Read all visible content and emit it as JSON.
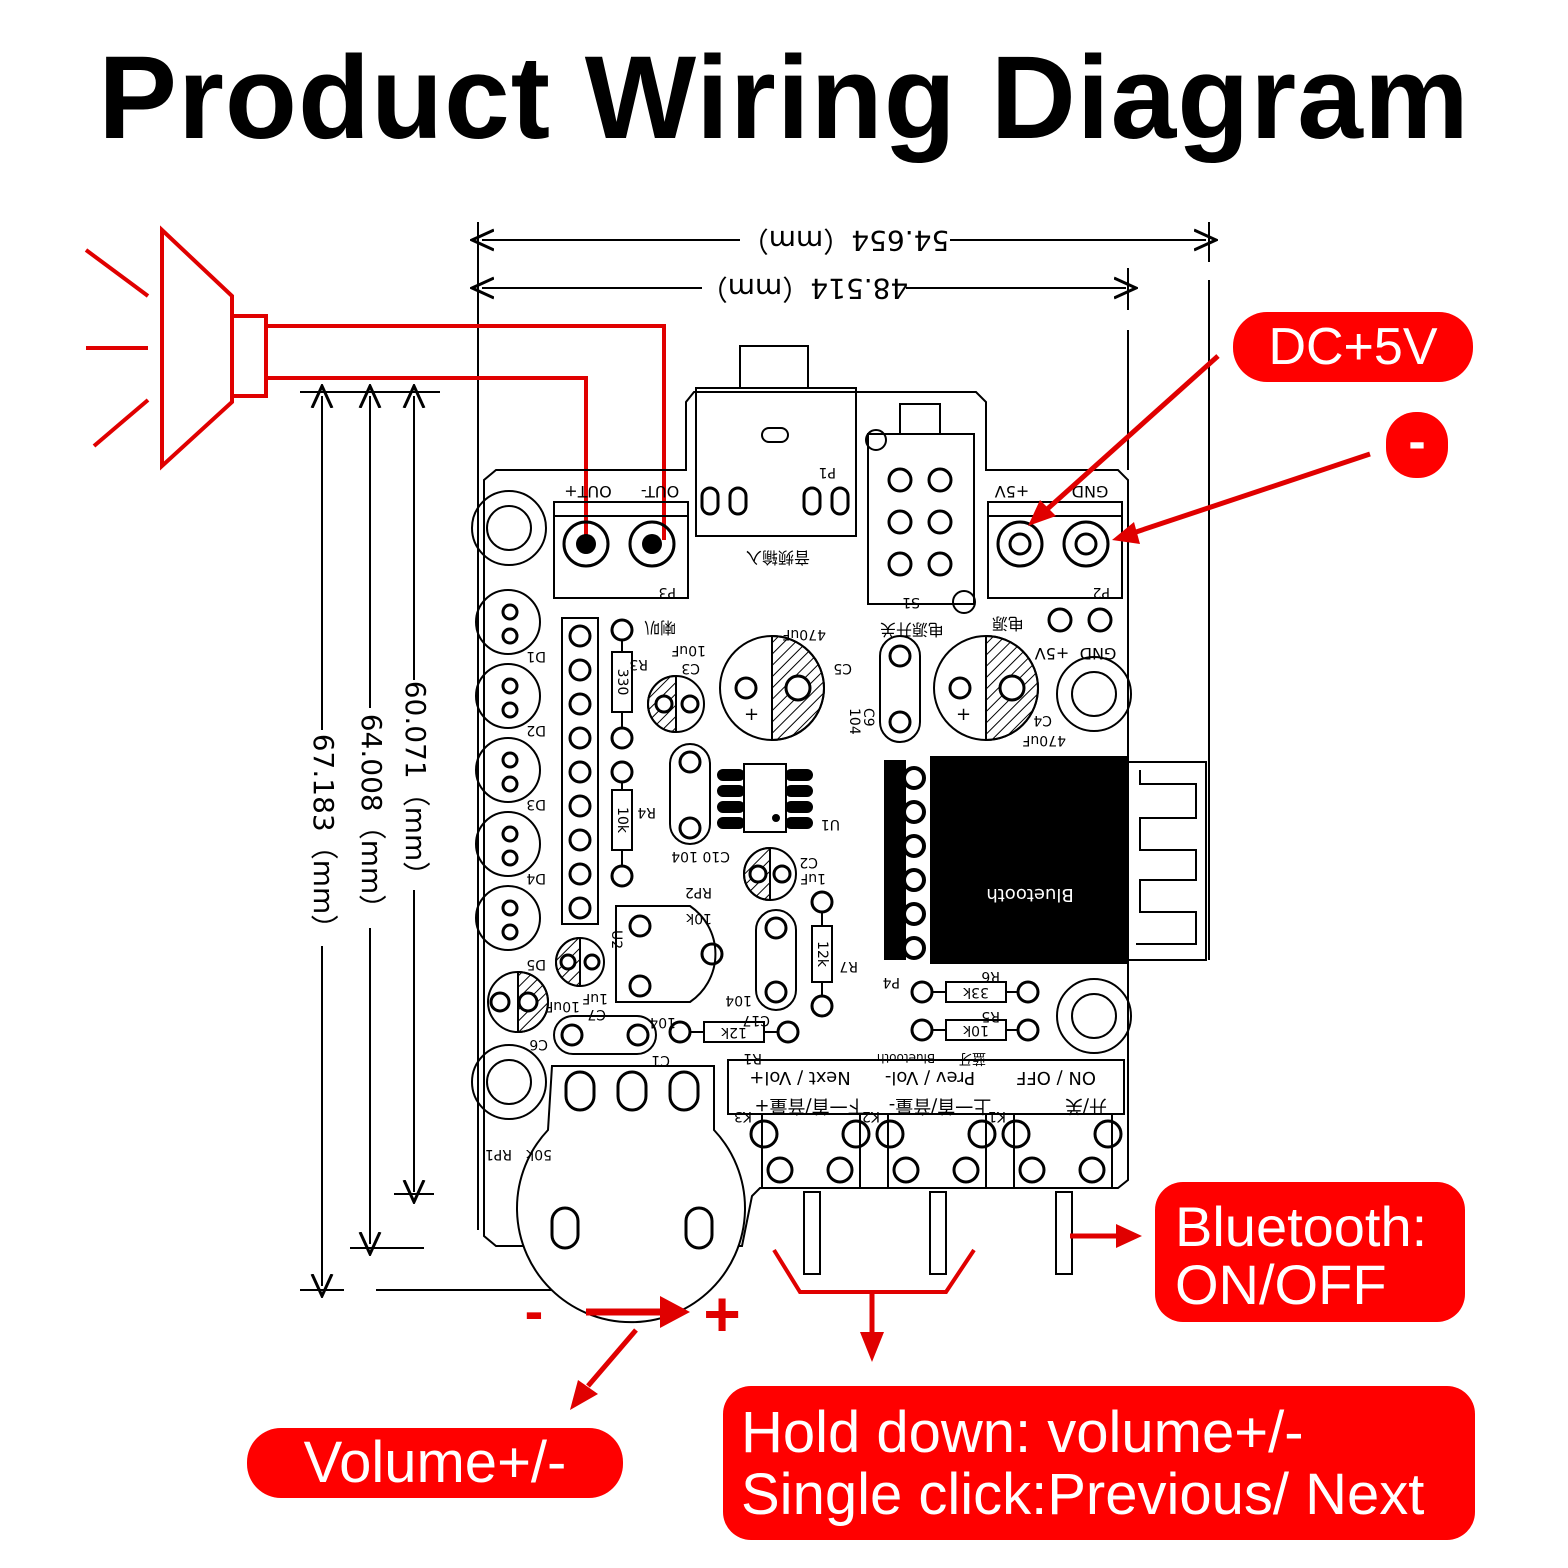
{
  "title": "Product Wiring Diagram",
  "dimensions": {
    "width_outer": "54.654（mm）",
    "width_inner": "48.514（mm）",
    "height_1": "60.071（mm）",
    "height_2": "64.008（mm）",
    "height_3": "67.183（mm）"
  },
  "callouts": {
    "power": "DC+5V",
    "ground": "-",
    "bluetooth_line1": "Bluetooth:",
    "bluetooth_line2": "ON/OFF",
    "volume": "Volume+/-",
    "hold_line1": "Hold down: volume+/-",
    "hold_line2": "Single click:Previous/ Next"
  },
  "pot_labels": {
    "minus": "-",
    "plus": "+"
  },
  "board_labels": {
    "out_plus": "OUT+",
    "out_minus": "OUT-",
    "p3": "P3",
    "p1": "P1",
    "audio_input": "音频输入",
    "s1": "S1",
    "power_switch": "电源开关",
    "plus5v": "+5V",
    "gnd": "GND",
    "p2": "P2",
    "power_cn": "电源",
    "speaker_cn": "喇叭",
    "d1": "D1",
    "d2": "D2",
    "d3": "D3",
    "d4": "D4",
    "d5": "D5",
    "r3": "R3",
    "r3_val": "330",
    "c3": "C3",
    "c3_val": "10uF",
    "c5": "C5",
    "c5_val": "470uF",
    "c9": "C9",
    "c9_val": "104",
    "c4": "C4",
    "c4_val": "470uF",
    "r4": "R4",
    "r4_val": "10k",
    "c10": "C10 104",
    "u1": "U1",
    "c2": "C2",
    "c2_val": "1uF",
    "rp2": "RP2",
    "rp2_val": "10k",
    "u2": "U2",
    "r7": "R7",
    "r7_val": "12k",
    "c17": "C17",
    "c17_val": "104",
    "c7": "C7",
    "c7_val": "1uF",
    "c6": "C6",
    "c6_val": "10uF",
    "c1": "C1",
    "c1_val": "104",
    "r1": "R1",
    "r1_val": "12k",
    "r6": "R6",
    "r6_val": "33k",
    "r5": "R5",
    "r5_val": "10k",
    "p4": "P4",
    "bluetooth_module": "Bluetooth",
    "bluetooth_cn": "蓝牙",
    "bluetooth_small": "Bluetooth",
    "rp1": "RP1",
    "rp1_val": "50k",
    "k1": "K1",
    "k2": "K2",
    "k3": "K3",
    "on_off": "ON / OFF",
    "on_off_cn": "开/关",
    "prev_vol": "Prev / Vol-",
    "prev_vol_cn": "上一首/音量-",
    "next_vol": "Next / Vol+",
    "next_vol_cn": "下一首/音量+"
  },
  "colors": {
    "accent": "#ff0000",
    "ink": "#000000",
    "background": "#ffffff"
  }
}
